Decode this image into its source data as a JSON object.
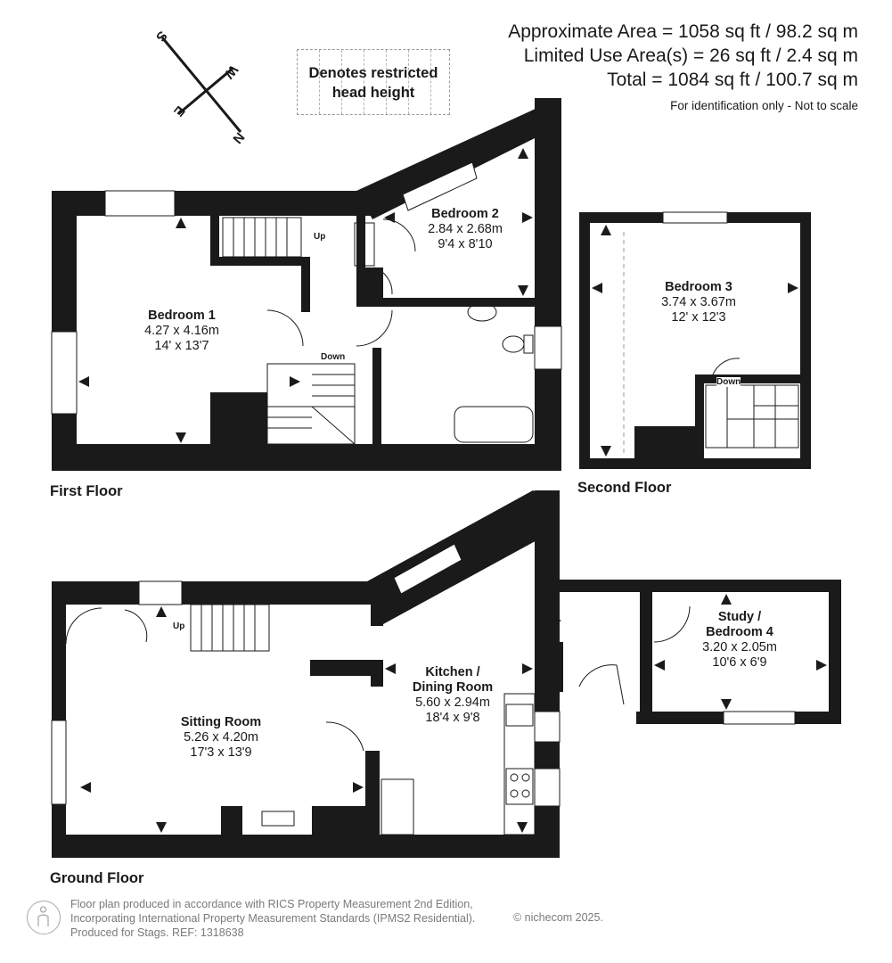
{
  "header": {
    "area_approx": "Approximate Area = 1058 sq ft / 98.2 sq m",
    "limited_use": "Limited Use Area(s) = 26 sq ft / 2.4 sq m",
    "total": "Total = 1084 sq ft / 100.7 sq m",
    "note": "For identification only - Not to scale"
  },
  "legend": {
    "line1": "Denotes restricted",
    "line2": "head height"
  },
  "compass": {
    "north": "N",
    "south": "S",
    "east": "E",
    "west": "W"
  },
  "floors": {
    "first": "First Floor",
    "second": "Second Floor",
    "ground": "Ground Floor"
  },
  "rooms": {
    "bedroom1": {
      "name": "Bedroom 1",
      "metric": "4.27 x 4.16m",
      "imperial": "14' x 13'7"
    },
    "bedroom2": {
      "name": "Bedroom 2",
      "metric": "2.84 x 2.68m",
      "imperial": "9'4 x 8'10"
    },
    "bedroom3": {
      "name": "Bedroom 3",
      "metric": "3.74 x 3.67m",
      "imperial": "12' x 12'3"
    },
    "sitting": {
      "name": "Sitting Room",
      "metric": "5.26 x 4.20m",
      "imperial": "17'3 x 13'9"
    },
    "kitchen": {
      "name1": "Kitchen /",
      "name2": "Dining Room",
      "metric": "5.60 x 2.94m",
      "imperial": "18'4 x 9'8"
    },
    "study": {
      "name1": "Study /",
      "name2": "Bedroom 4",
      "metric": "3.20 x 2.05m",
      "imperial": "10'6 x 6'9"
    }
  },
  "stairs": {
    "up1": "Up",
    "down1": "Down",
    "down2": "Down",
    "up_ground": "Up"
  },
  "footer": {
    "line1": "Floor plan produced in accordance with RICS Property Measurement 2nd Edition,",
    "line2": "Incorporating International Property Measurement Standards (IPMS2 Residential).",
    "line3": "Produced for Stags.   REF: 1318638",
    "copyright": "© nichecom 2025."
  }
}
